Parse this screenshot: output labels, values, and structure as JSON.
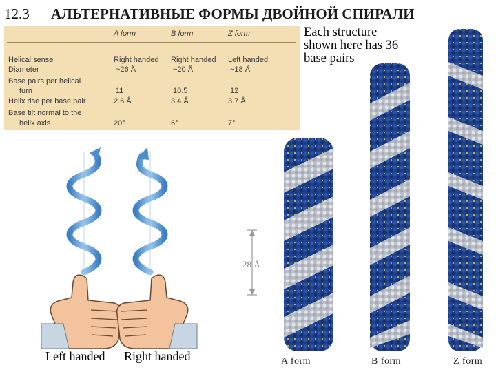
{
  "title": {
    "number": "12.3",
    "text": "АЛЬТЕРНАТИВНЫЕ ФОРМЫ ДВОЙНОЙ СПИРАЛИ"
  },
  "table": {
    "headers": [
      "A form",
      "B form",
      "Z form"
    ],
    "rows": [
      {
        "label": "Helical sense",
        "values": [
          "Right handed",
          "Right handed",
          "Left handed"
        ]
      },
      {
        "label": "Diameter",
        "values": [
          "~26 Å",
          "~20 Å",
          "~18 Å"
        ]
      },
      {
        "label": "Base pairs per helical",
        "values": [
          "",
          "",
          ""
        ]
      },
      {
        "label": "turn",
        "values": [
          "11",
          "10.5",
          "12"
        ]
      },
      {
        "label": "Helix rise per base pair",
        "values": [
          "2.6 Å",
          "3.4 Å",
          "3.7 Å"
        ]
      },
      {
        "label": "Base tilt normal to the",
        "values": [
          "",
          "",
          ""
        ]
      },
      {
        "label": "helix axis",
        "values": [
          "20°",
          "6°",
          "7°"
        ]
      }
    ]
  },
  "caption": {
    "line1": "Each structure",
    "line2": "shown here has 36",
    "line3": "base pairs"
  },
  "hands": {
    "left": "Left handed",
    "right": "Right handed"
  },
  "scale_label": "28 Å",
  "forms": {
    "a": "A form",
    "b": "B form",
    "z": "Z form"
  },
  "colors": {
    "helix_blue": "#1e3f8a",
    "helix_grey": "#c9ced6",
    "ribbon": "#6aaae0",
    "table_bg": "#f4dfb4",
    "skin": "#f2c39c"
  }
}
